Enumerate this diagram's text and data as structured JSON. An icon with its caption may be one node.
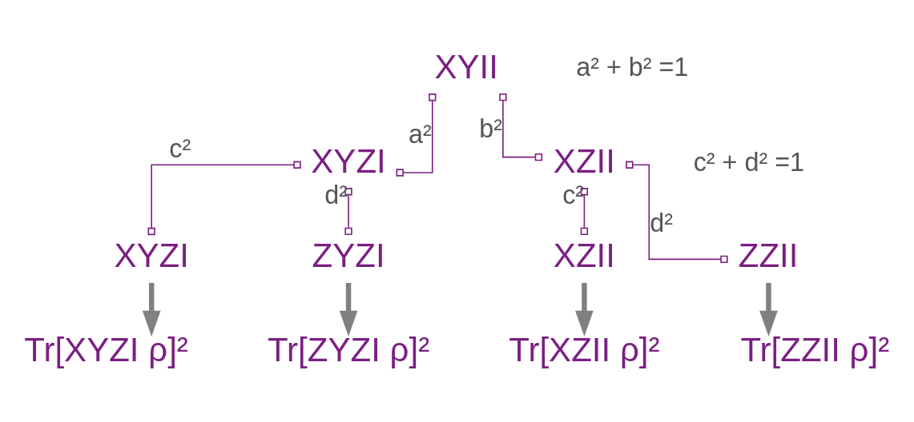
{
  "diagram": {
    "nodes": [
      {
        "text": [
          "XYII"
        ]
      },
      {
        "text": [
          "XYZI"
        ]
      },
      {
        "text": [
          "XZII"
        ]
      },
      {
        "text": [
          "XYZI"
        ]
      },
      {
        "text": [
          "ZYZI"
        ]
      },
      {
        "text": [
          "XZII"
        ]
      },
      {
        "text": [
          "ZZII"
        ]
      },
      {
        "text": [
          "Tr[XYZI ρ]²"
        ]
      },
      {
        "text": [
          "Tr[ZYZI ρ]²"
        ]
      },
      {
        "text": [
          "Tr[XZII ρ]²"
        ]
      },
      {
        "text": [
          "Tr[ZZII ρ]²"
        ]
      }
    ],
    "edges": [
      {
        "from": 0,
        "to": 1,
        "arrow": "other",
        "label": "a²"
      },
      {
        "from": 0,
        "to": 2,
        "arrow": "other",
        "label": "b²"
      },
      {
        "from": 1,
        "to": 3,
        "arrow": "other",
        "label": "c²"
      },
      {
        "from": 1,
        "to": 4,
        "arrow": "other",
        "label": "d²"
      },
      {
        "from": 2,
        "to": 5,
        "arrow": "other",
        "label": "c²"
      },
      {
        "from": 2,
        "to": 6,
        "arrow": "other",
        "label": "d²"
      },
      {
        "from": 3,
        "to": 7,
        "arrow": "to",
        "style": "thick",
        "color": "#808080"
      },
      {
        "from": 4,
        "to": 8,
        "arrow": "to",
        "style": "thick",
        "color": "#808080"
      },
      {
        "from": 5,
        "to": 9,
        "arrow": "to",
        "style": "thick",
        "color": "#808080"
      },
      {
        "from": 6,
        "to": 10,
        "arrow": "to",
        "style": "thick",
        "color": "#808080"
      }
    ],
    "labels": [
      "a² + b² =1",
      "c² + d² =1"
    ]
  }
}
